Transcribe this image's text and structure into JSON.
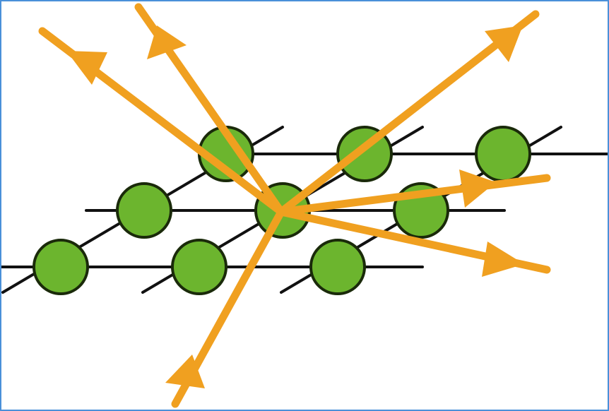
{
  "diagram": {
    "type": "lattice-scattering",
    "description_visible": false,
    "colors": {
      "atom_fill": "#6cb52e",
      "atom_stroke": "#1a2a0a",
      "lattice_line": "#111111",
      "ray": "#f0a020",
      "frame_border": "#4a90d9",
      "background": "#ffffff"
    },
    "icons": {
      "atom": "green-circle",
      "ray_arrowhead": "orange-triangle"
    },
    "atom_count": 9,
    "incident_ray_count": 1,
    "scattered_ray_count": 5
  }
}
